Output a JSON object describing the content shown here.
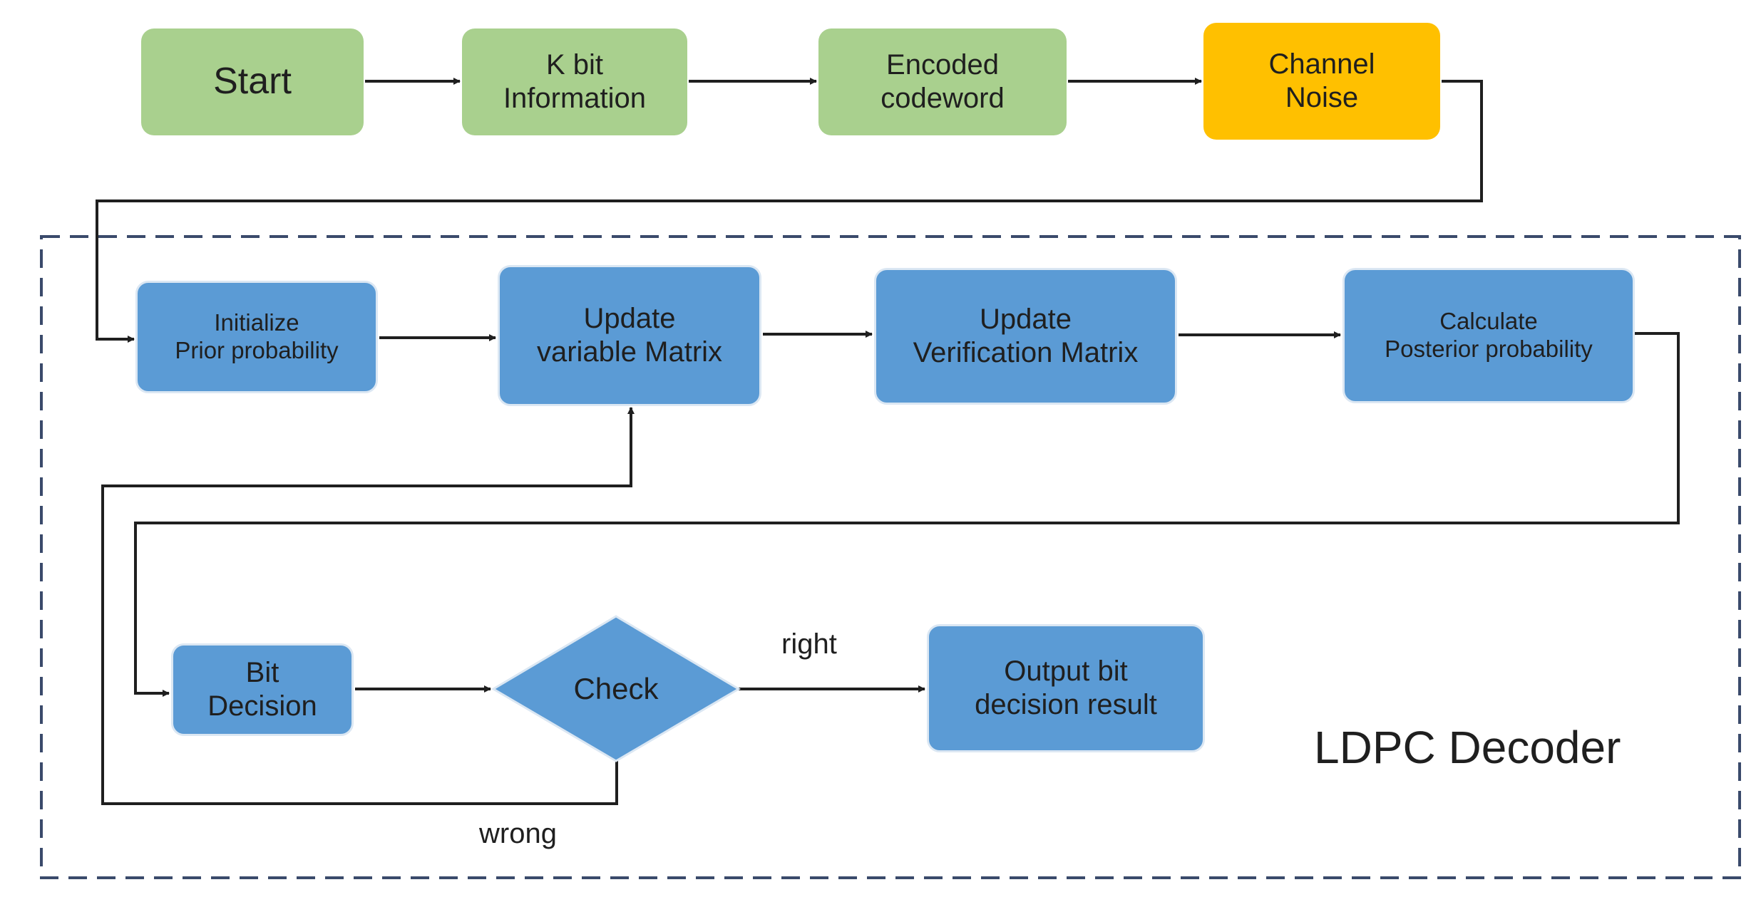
{
  "colors": {
    "green": "#a9d08e",
    "orange": "#ffc000",
    "blue": "#5b9bd5",
    "line": "#1f1f1f",
    "dashed_border": "#3a4a6b"
  },
  "nodes": {
    "start": "Start",
    "k_bit": "K bit\nInformation",
    "encoded": "Encoded\ncodeword",
    "channel": "Channel\nNoise",
    "initialize": "Initialize\nPrior probability",
    "update_variable": "Update\nvariable Matrix",
    "update_verification": "Update\nVerification Matrix",
    "calculate": "Calculate\nPosterior probability",
    "bit_decision": "Bit\nDecision",
    "check": "Check",
    "output": "Output bit\ndecision result"
  },
  "edge_labels": {
    "right": "right",
    "wrong": "wrong"
  },
  "group_title": "LDPC Decoder"
}
